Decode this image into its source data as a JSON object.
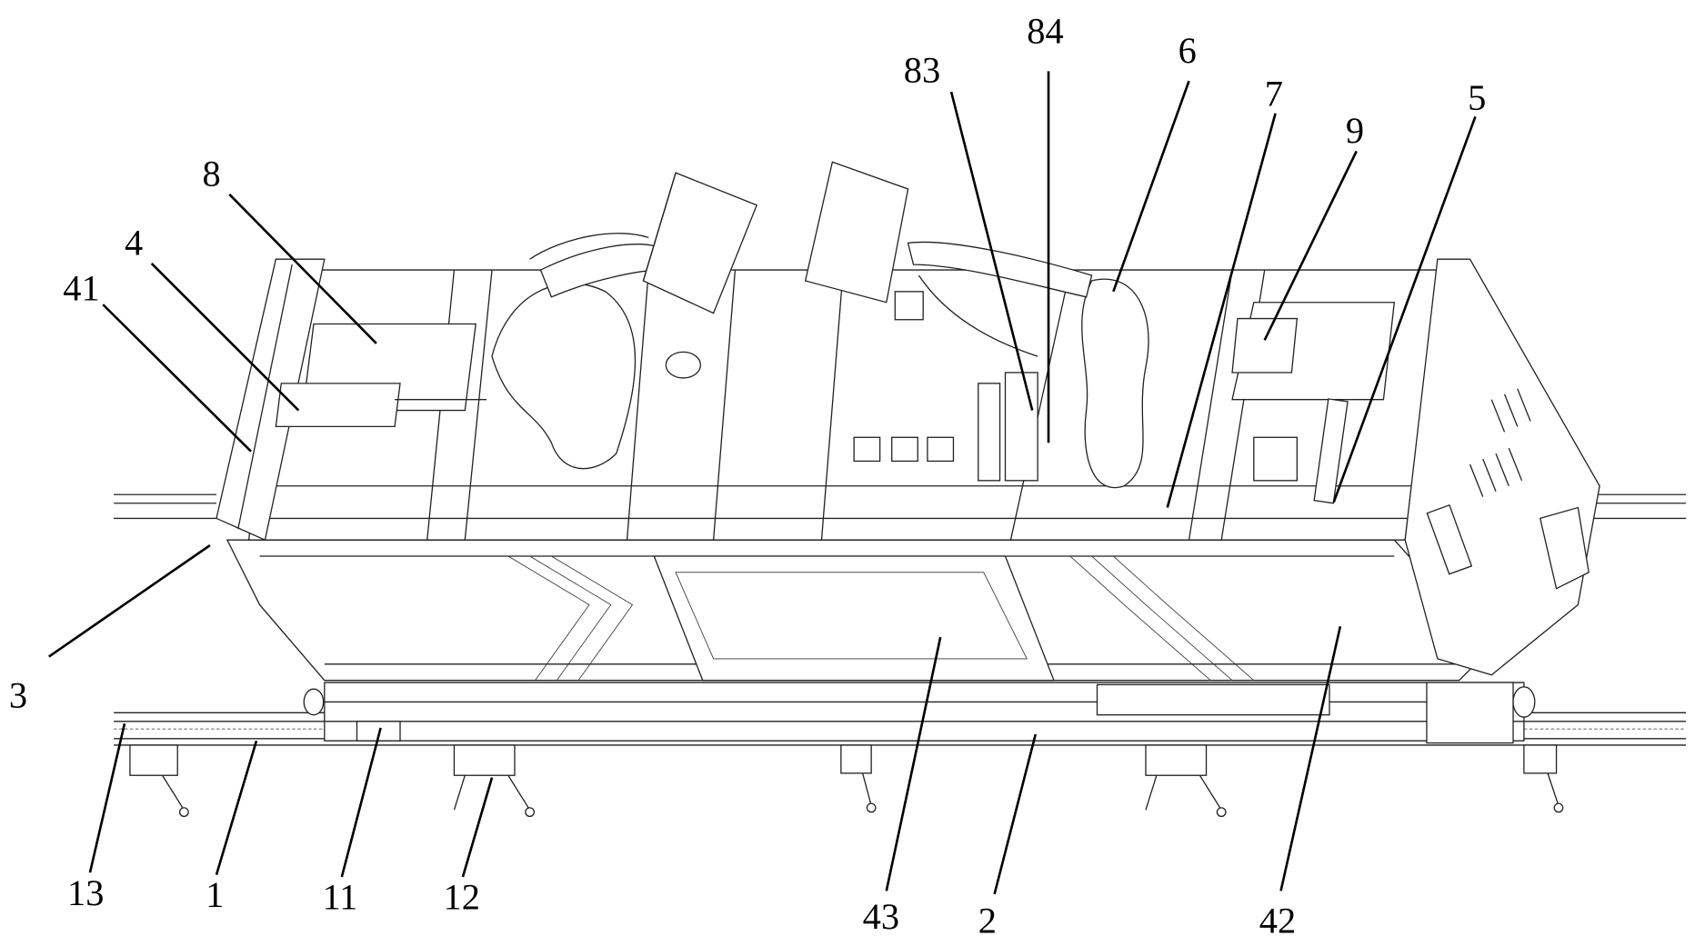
{
  "figure": {
    "type": "patent-drawing",
    "description": "Perspective view of rail-mounted machine with robotic arms",
    "labels": [
      {
        "id": "8",
        "text": "8"
      },
      {
        "id": "4",
        "text": "4"
      },
      {
        "id": "41",
        "text": "41"
      },
      {
        "id": "3",
        "text": "3"
      },
      {
        "id": "83",
        "text": "83"
      },
      {
        "id": "84",
        "text": "84"
      },
      {
        "id": "6",
        "text": "6"
      },
      {
        "id": "7",
        "text": "7"
      },
      {
        "id": "9",
        "text": "9"
      },
      {
        "id": "5",
        "text": "5"
      },
      {
        "id": "13",
        "text": "13"
      },
      {
        "id": "1",
        "text": "1"
      },
      {
        "id": "11",
        "text": "11"
      },
      {
        "id": "12",
        "text": "12"
      },
      {
        "id": "43",
        "text": "43"
      },
      {
        "id": "2",
        "text": "2"
      },
      {
        "id": "42",
        "text": "42"
      }
    ]
  }
}
